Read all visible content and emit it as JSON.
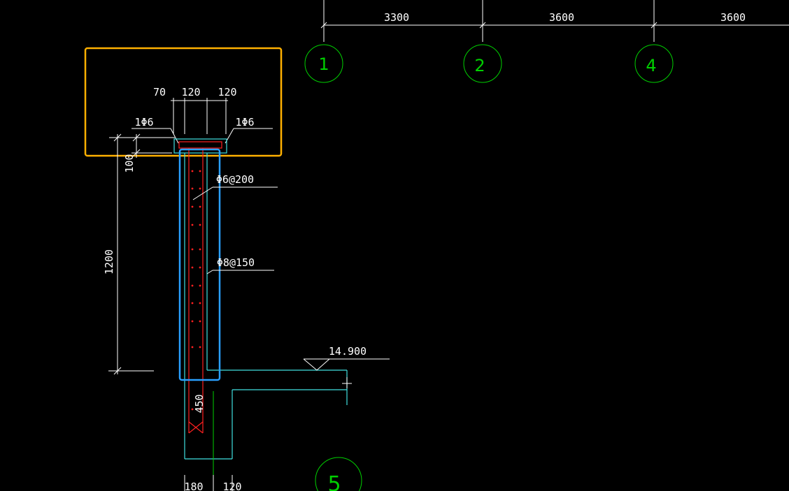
{
  "top_dims": {
    "d1": "3300",
    "d2": "3600",
    "d3": "3600"
  },
  "axes": {
    "a1": "1",
    "a2": "2",
    "a3": "4",
    "a4": "5"
  },
  "detail": {
    "dim70": "70",
    "dim120a": "120",
    "dim120b": "120",
    "rebar_left": "1Φ6",
    "rebar_right": "1Φ6",
    "stirrup": "Φ6@200",
    "dist": "Φ8@150",
    "dim100": "100",
    "dim1200": "1200",
    "dim450": "450",
    "elev": "14.900",
    "bot180": "180",
    "bot120": "120"
  },
  "colors": {
    "bg": "#000000",
    "dim": "#ffffff",
    "axis": "#00d000",
    "rebar": "#ff2020",
    "concrete": "#40e0e0",
    "highlight_orange": "#ffb000",
    "highlight_blue": "#2aa0ff"
  }
}
